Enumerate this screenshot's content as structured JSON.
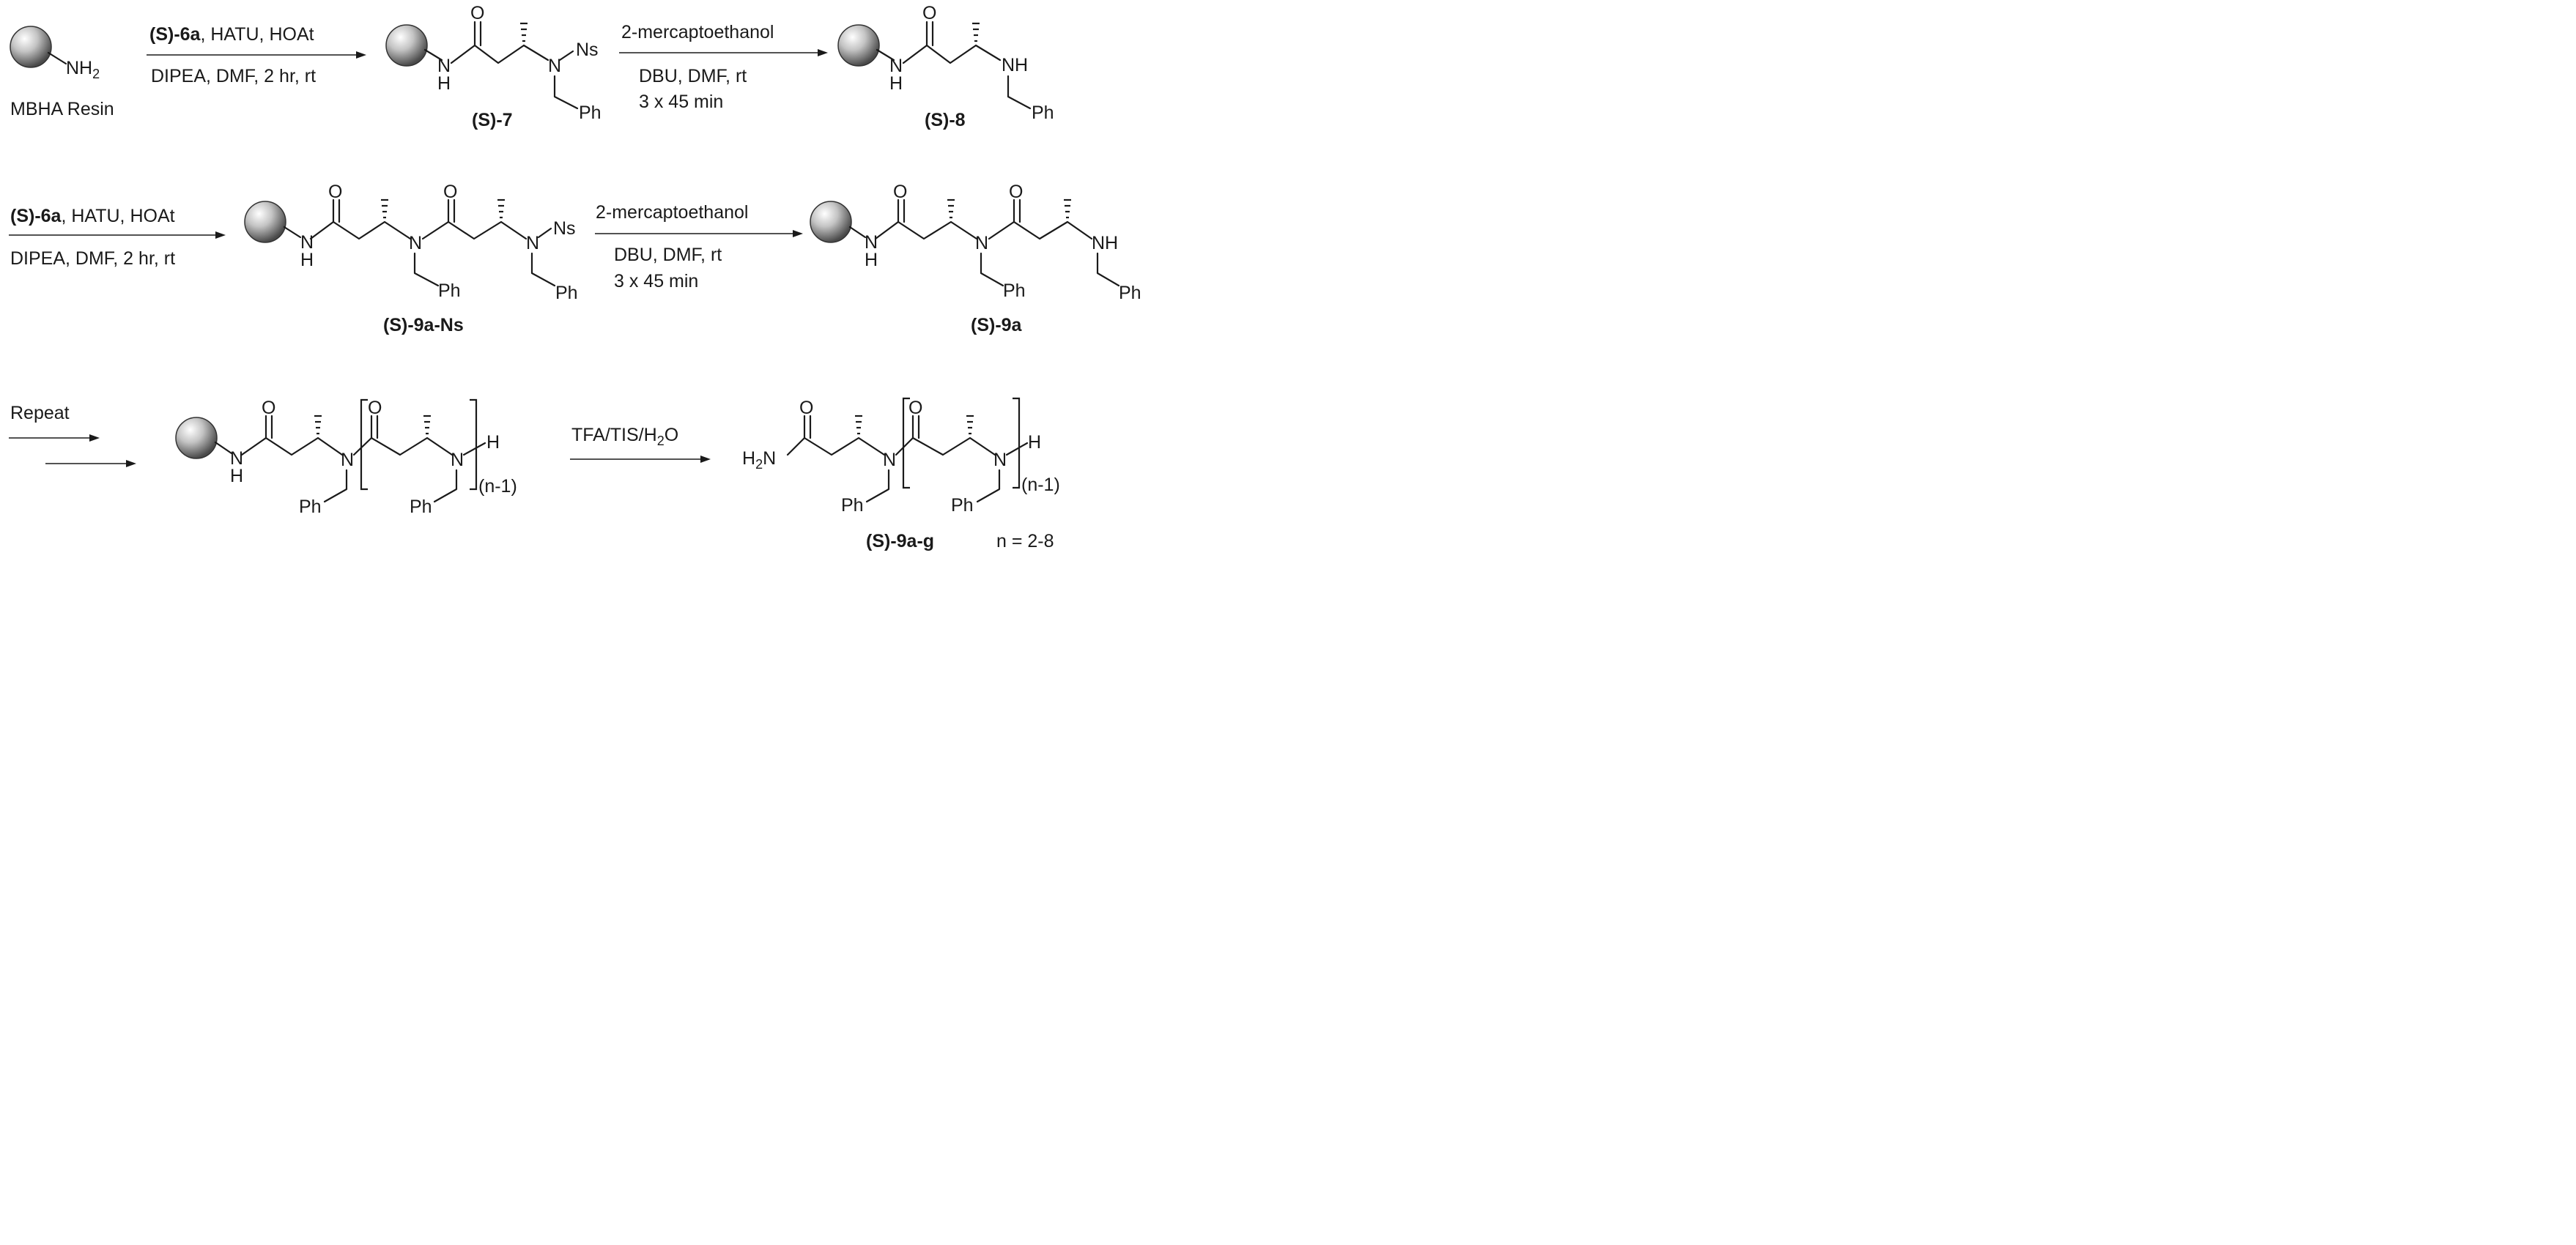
{
  "resin": {
    "amine_label": "NH2",
    "name": "MBHA Resin"
  },
  "reagents": {
    "coupling_cpd": "(S)-6a",
    "coupling_line1_rest": ", HATU, HOAt",
    "coupling_line2": "DIPEA, DMF, 2 hr, rt",
    "deprotect_line1": "2-mercaptoethanol",
    "deprotect_line2": "DBU, DMF, rt",
    "deprotect_line3": "3 x 45 min",
    "repeat": "Repeat",
    "cleave": "TFA/TIS/H2O"
  },
  "compounds": {
    "c7": "(S)-7",
    "c8": "(S)-8",
    "c9ns": "(S)-9a-Ns",
    "c9a": "(S)-9a",
    "c9ag": "(S)-9a-g",
    "n_range": "n = 2-8"
  },
  "atoms": {
    "O": "O",
    "N": "N",
    "NH": "NH",
    "H": "H",
    "Ns": "Ns",
    "Ph": "Ph",
    "H2N": "H2N",
    "repeat_index": "(n-1)"
  }
}
